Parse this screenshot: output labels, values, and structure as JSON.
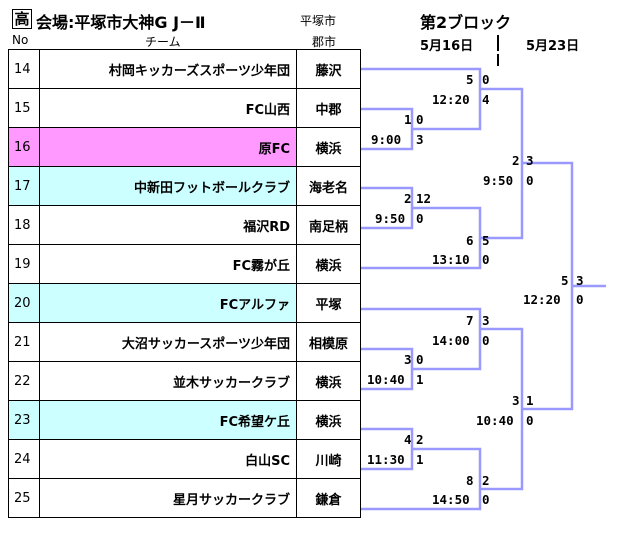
{
  "header": {
    "badge": "高",
    "title": "会場:平塚市大神G J－Ⅱ",
    "subtitle": "平塚市",
    "block": "第2ブロック",
    "date1": "5月16日",
    "date2": "5月23日",
    "col_no": "No",
    "col_team": "チーム",
    "col_city": "郡市"
  },
  "teams": [
    {
      "no": "14",
      "team": "村岡キッカーズスポーツ少年団",
      "city": "藤沢",
      "hl": ""
    },
    {
      "no": "15",
      "team": "FC山西",
      "city": "中郡",
      "hl": ""
    },
    {
      "no": "16",
      "team": "原FC",
      "city": "横浜",
      "hl": "pink"
    },
    {
      "no": "17",
      "team": "中新田フットボールクラブ",
      "city": "海老名",
      "hl": "cyan"
    },
    {
      "no": "18",
      "team": "福沢RD",
      "city": "南足柄",
      "hl": ""
    },
    {
      "no": "19",
      "team": "FC霧が丘",
      "city": "横浜",
      "hl": ""
    },
    {
      "no": "20",
      "team": "FCアルファ",
      "city": "平塚",
      "hl": "cyan"
    },
    {
      "no": "21",
      "team": "大沼サッカースポーツ少年団",
      "city": "相模原",
      "hl": ""
    },
    {
      "no": "22",
      "team": "並木サッカークラブ",
      "city": "横浜",
      "hl": ""
    },
    {
      "no": "23",
      "team": "FC希望ケ丘",
      "city": "横浜",
      "hl": "cyan"
    },
    {
      "no": "24",
      "team": "白山SC",
      "city": "川崎",
      "hl": ""
    },
    {
      "no": "25",
      "team": "星月サッカークラブ",
      "city": "鎌倉",
      "hl": ""
    }
  ],
  "matches": {
    "m1": {
      "time": "9:00",
      "s_top": "1",
      "s_bot": "0",
      "s_side": "3"
    },
    "m2": {
      "time": "12:20",
      "s_top": "5",
      "s_bot": "0",
      "s_side": "4"
    },
    "m3": {
      "time": "9:50",
      "s_top": "2",
      "s_bot": "12",
      "s_side": "0"
    },
    "m4": {
      "time": "13:10",
      "s_top": "6",
      "s_bot": "5",
      "s_side": "0"
    },
    "m5": {
      "time": "9:50",
      "s_top": "2",
      "s_bot": "3",
      "s_side": "0"
    },
    "m6": {
      "time": "14:00",
      "s_top": "7",
      "s_bot": "3",
      "s_side": "0"
    },
    "m7": {
      "time": "10:40",
      "s_top": "3",
      "s_bot": "0",
      "s_side": "1"
    },
    "m8": {
      "time": "11:30",
      "s_top": "4",
      "s_bot": "2",
      "s_side": "1"
    },
    "m9": {
      "time": "14:50",
      "s_top": "8",
      "s_bot": "2",
      "s_side": "0"
    },
    "m10": {
      "time": "10:40",
      "s_top": "3",
      "s_bot": "1",
      "s_side": "0"
    },
    "m11": {
      "time": "12:20",
      "s_top": "5",
      "s_bot": "3",
      "s_side": "0"
    }
  },
  "colors": {
    "bracket": "#9999ff",
    "pink": "#ff99ff",
    "cyan": "#ccffff"
  }
}
